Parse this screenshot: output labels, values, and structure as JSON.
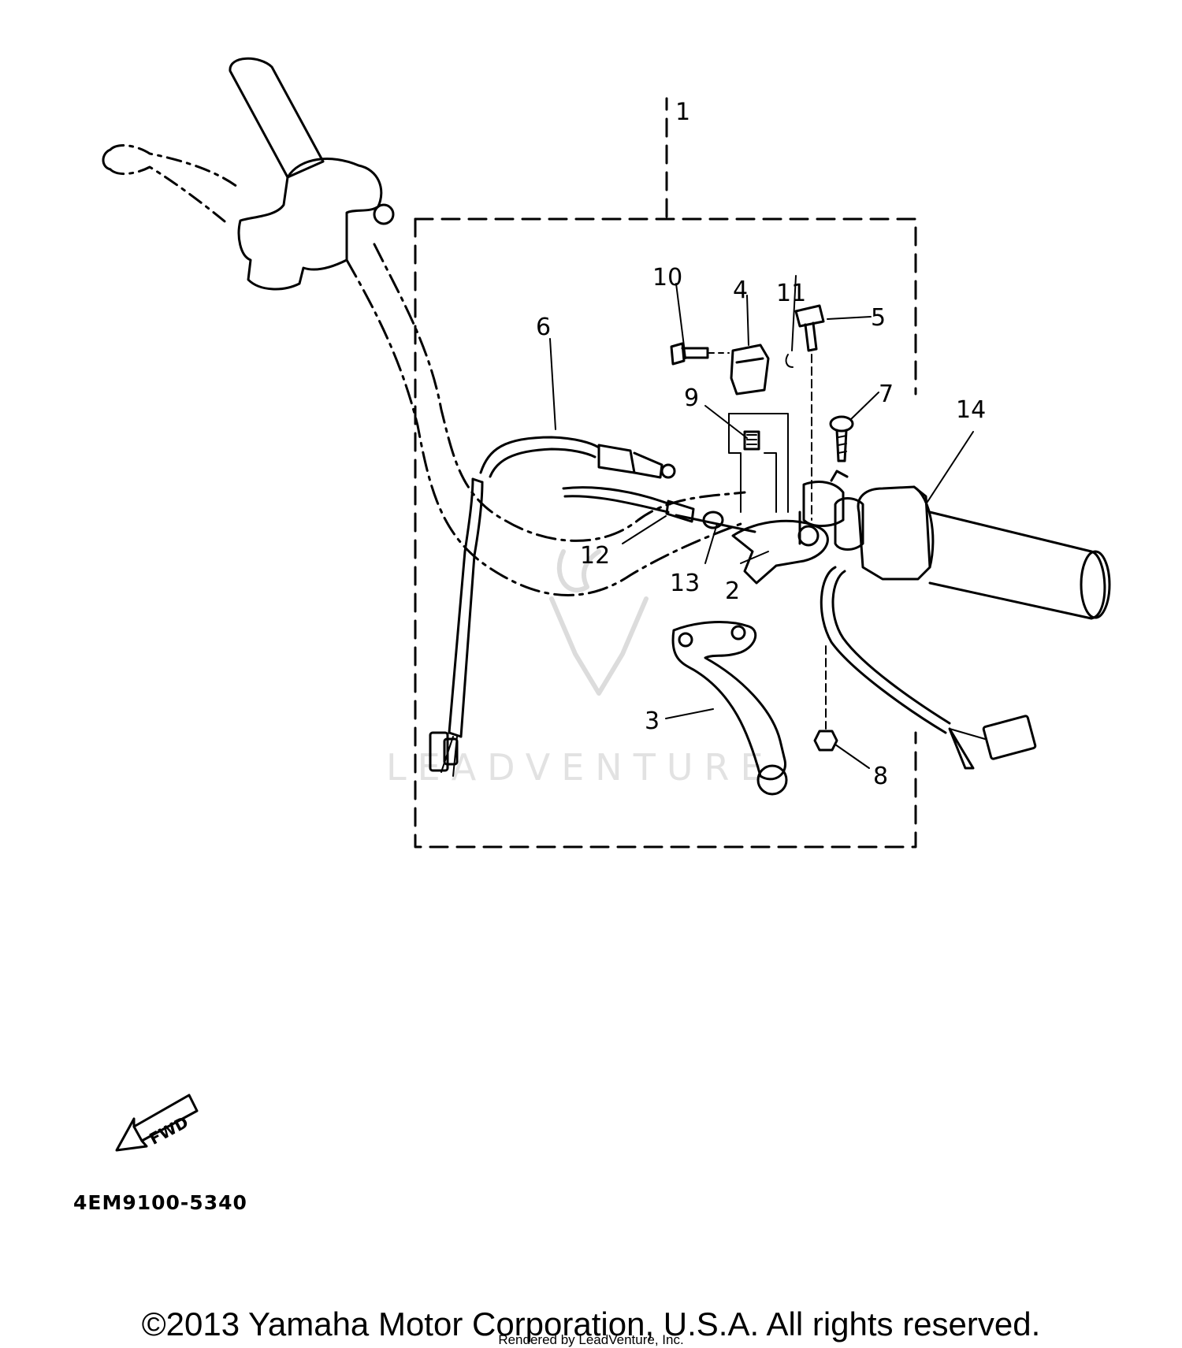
{
  "diagram": {
    "callouts": [
      "1",
      "2",
      "3",
      "4",
      "5",
      "6",
      "7",
      "8",
      "9",
      "10",
      "11",
      "12",
      "13",
      "14"
    ],
    "part_code": "4EM9100-5340",
    "direction_label": "FWD",
    "watermark": "LEADVENTURE"
  },
  "footer": {
    "copyright": "©2013 Yamaha Motor Corporation, U.S.A. All rights reserved.",
    "rendered_by": "Rendered by LeadVenture, Inc."
  }
}
